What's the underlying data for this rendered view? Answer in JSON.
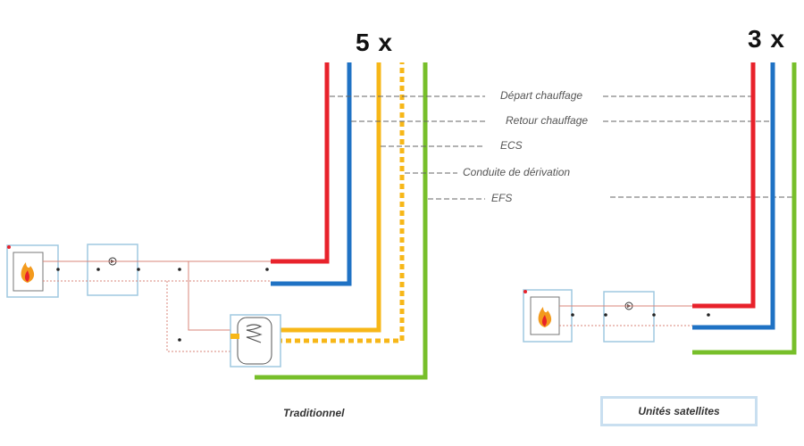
{
  "multipliers": {
    "traditional": "5 x",
    "satellite": "3 x"
  },
  "pipe_labels": {
    "depart": "Départ chauffage",
    "retour": "Retour chauffage",
    "ecs": "ECS",
    "derivation": "Conduite de dérivation",
    "efs": "EFS"
  },
  "sections": {
    "traditional": "Traditionnel",
    "satellite": "Unités satellites"
  },
  "colors": {
    "depart": "#e8222b",
    "retour": "#1f72c4",
    "ecs": "#f7b718",
    "efs": "#77bf2a",
    "thin_supply": "#d9847a",
    "equipment_border": "#9fc9e0",
    "flame": "#f39a1d"
  },
  "icons": [
    "flame-icon",
    "pump-icon",
    "storage-tank-icon"
  ]
}
